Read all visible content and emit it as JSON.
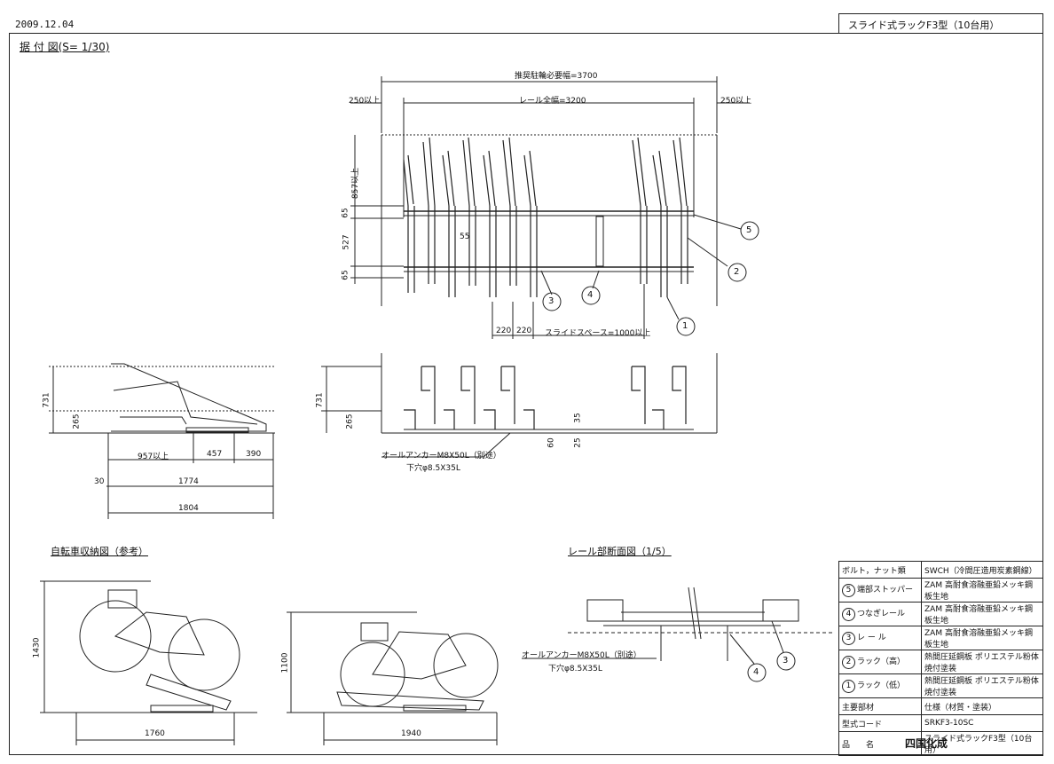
{
  "header": {
    "date": "2009.12.04",
    "title": "スライド式ラックF3型（10台用）"
  },
  "views": {
    "plan_title": "据 付 図(S= 1/30)",
    "parking_title": "自転車収納図（参考）",
    "rail_title": "レール部断面図（1/5）"
  },
  "dims": {
    "total_width": "推奨駐輪必要幅=3700",
    "rail_length": "レール全幅=3200",
    "margin_left": "250以上",
    "margin_right": "250以上",
    "h857": "857以上",
    "h65a": "65",
    "h527": "527",
    "h65b": "65",
    "d55": "55",
    "d220a": "220",
    "d220b": "220",
    "slide_space": "スライドスペース=1000以上",
    "s731": "731",
    "s265": "265",
    "d957": "957以上",
    "d457": "457",
    "d390": "390",
    "d30": "30",
    "d1774": "1774",
    "d1804": "1804",
    "f731": "731",
    "f265": "265",
    "f35": "35",
    "f60": "60",
    "f25": "25",
    "anchor1": "オールアンカーM8X50L（別途）",
    "hole1": "下穴φ8.5X35L",
    "anchor2": "オールアンカーM8X50L（別途）",
    "hole2": "下穴φ8.5X35L",
    "b1430": "1430",
    "b1760": "1760",
    "b1100": "1100",
    "b1940": "1940"
  },
  "callouts": [
    "1",
    "2",
    "3",
    "4",
    "5"
  ],
  "rail_callouts": [
    "4",
    "3"
  ],
  "spec": {
    "rows": [
      {
        "num": "",
        "name": "ボルト，ナット類",
        "value": "SWCH（冷間圧造用炭素鋼線）"
      },
      {
        "num": "5",
        "name": "端部ストッパー",
        "value": "ZAM 高耐食溶融亜鉛メッキ鋼板生地"
      },
      {
        "num": "4",
        "name": "つなぎレール",
        "value": "ZAM 高耐食溶融亜鉛メッキ鋼板生地"
      },
      {
        "num": "3",
        "name": "レ ー ル",
        "value": "ZAM 高耐食溶融亜鉛メッキ鋼板生地"
      },
      {
        "num": "2",
        "name": "ラック（高）",
        "value": "熱間圧延鋼板 ポリエステル粉体焼付塗装"
      },
      {
        "num": "1",
        "name": "ラック（低）",
        "value": "熱間圧延鋼板 ポリエステル粉体焼付塗装"
      }
    ],
    "material_label": "主要部材",
    "material_value": "仕様（材質・塗装）",
    "code_label": "型式コード",
    "code_value": "SRKF3-10SC",
    "product_label": "品　　名",
    "product_value": "スライド式ラックF3型（10台用）",
    "logo": "四国化成"
  }
}
